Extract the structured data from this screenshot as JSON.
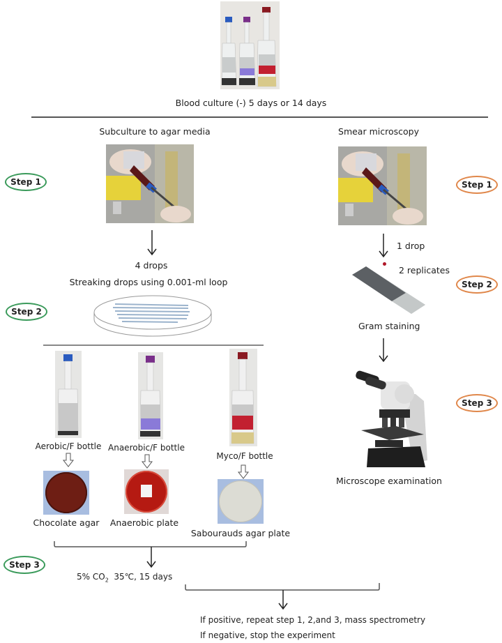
{
  "top": {
    "image_label": "three-blood-culture-bottles",
    "caption": "Blood culture (-)  5 days or 14 days"
  },
  "left_branch": {
    "title": "Subculture to agar media",
    "step1": "Step 1",
    "drops": "4 drops",
    "streak": "Streaking drops using 0.001-ml loop",
    "step2": "Step 2",
    "bottles": [
      {
        "label": "Aerobic/F bottle",
        "cap_color": "#2a5bbf",
        "band_color": "#d8d8d8",
        "plate": "Chocolate agar",
        "plate_color": "#6e1e14"
      },
      {
        "label": "Anaerobic/F bottle",
        "cap_color": "#7a2f8a",
        "band_color": "#8a7ad8",
        "plate": "Anaerobic plate",
        "plate_color": "#b51a12"
      },
      {
        "label": "Myco/F bottle",
        "cap_color": "#8a1a22",
        "band_color": "#c22030",
        "plate": "Sabourauds agar plate",
        "plate_color": "#dcdcd4"
      }
    ],
    "step3": "Step 3",
    "incubation_prefix": "5% CO",
    "incubation_sub": "2",
    "incubation_suffix": "  35℃, 15 days"
  },
  "right_branch": {
    "title": "Smear microscopy",
    "step1": "Step 1",
    "one_drop": "1 drop",
    "replicates": "2 replicates",
    "step2": "Step 2",
    "gram": "Gram staining",
    "step3": "Step 3",
    "exam": "Microscope examination"
  },
  "outcome": {
    "positive": "If positive, repeat step 1, 2,and 3, mass spectrometry",
    "negative": "If negative, stop the experiment"
  },
  "colors": {
    "step_left": "#3a9a5a",
    "step_right": "#e0874a",
    "line": "#555555"
  }
}
